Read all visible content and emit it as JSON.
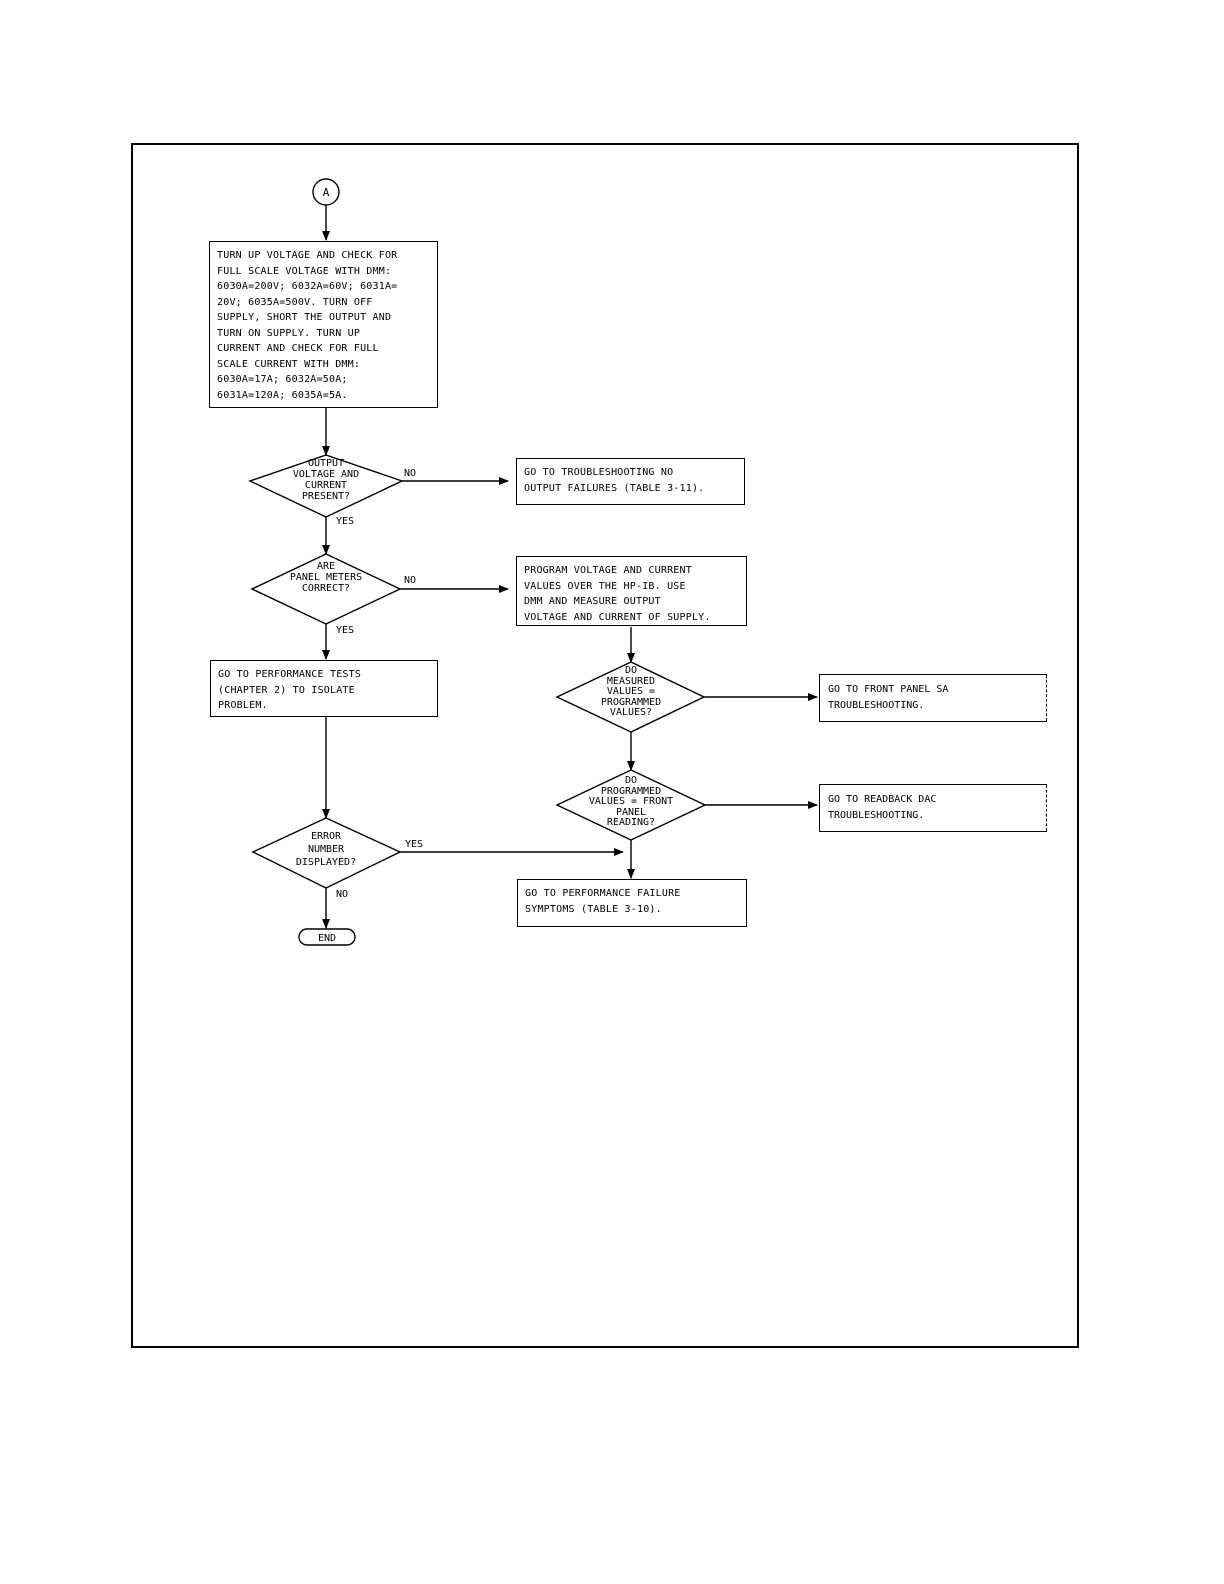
{
  "connector": "A",
  "end_label": "END",
  "boxes": {
    "check_full_scale": [
      "TURN UP VOLTAGE AND CHECK FOR",
      "FULL SCALE VOLTAGE WITH DMM:",
      "6030A=200V; 6032A=60V; 6031A=",
      "20V; 6035A=500V. TURN OFF",
      "SUPPLY, SHORT THE OUTPUT AND",
      "TURN ON SUPPLY. TURN UP",
      "CURRENT AND CHECK FOR FULL",
      "SCALE CURRENT WITH DMM:",
      "6030A=17A; 6032A=50A;",
      "6031A=120A; 6035A=5A."
    ],
    "no_output": [
      "GO TO TROUBLESHOOTING NO",
      "OUTPUT FAILURES (TABLE 3-11)."
    ],
    "program_values": [
      "PROGRAM VOLTAGE AND CURRENT",
      "VALUES OVER THE HP-IB. USE",
      "DMM AND MEASURE OUTPUT",
      "VOLTAGE AND CURRENT OF SUPPLY."
    ],
    "performance_tests": [
      "GO TO PERFORMANCE TESTS",
      "(CHAPTER 2) TO ISOLATE",
      "PROBLEM."
    ],
    "front_panel_sa": [
      "GO TO FRONT PANEL SA",
      "TROUBLESHOOTING."
    ],
    "readback_dac": [
      "GO TO READBACK DAC",
      "TROUBLESHOOTING."
    ],
    "performance_failure": [
      "GO TO PERFORMANCE FAILURE",
      "SYMPTOMS (TABLE 3-10)."
    ]
  },
  "decisions": {
    "output_present": [
      "OUTPUT",
      "VOLTAGE AND",
      "CURRENT",
      "PRESENT?"
    ],
    "panel_meters": [
      "ARE",
      "PANEL METERS",
      "CORRECT?"
    ],
    "measured_programmed": [
      "DO",
      "MEASURED",
      "VALUES =",
      "PROGRAMMED",
      "VALUES?"
    ],
    "programmed_front": [
      "DO",
      "PROGRAMMED",
      "VALUES = FRONT",
      "PANEL",
      "READING?"
    ],
    "error_number": [
      "ERROR",
      "NUMBER",
      "DISPLAYED?"
    ]
  },
  "labels": {
    "output_no": "NO",
    "output_yes": "YES",
    "meters_no": "NO",
    "meters_yes": "YES",
    "error_yes": "YES",
    "error_no": "NO"
  }
}
